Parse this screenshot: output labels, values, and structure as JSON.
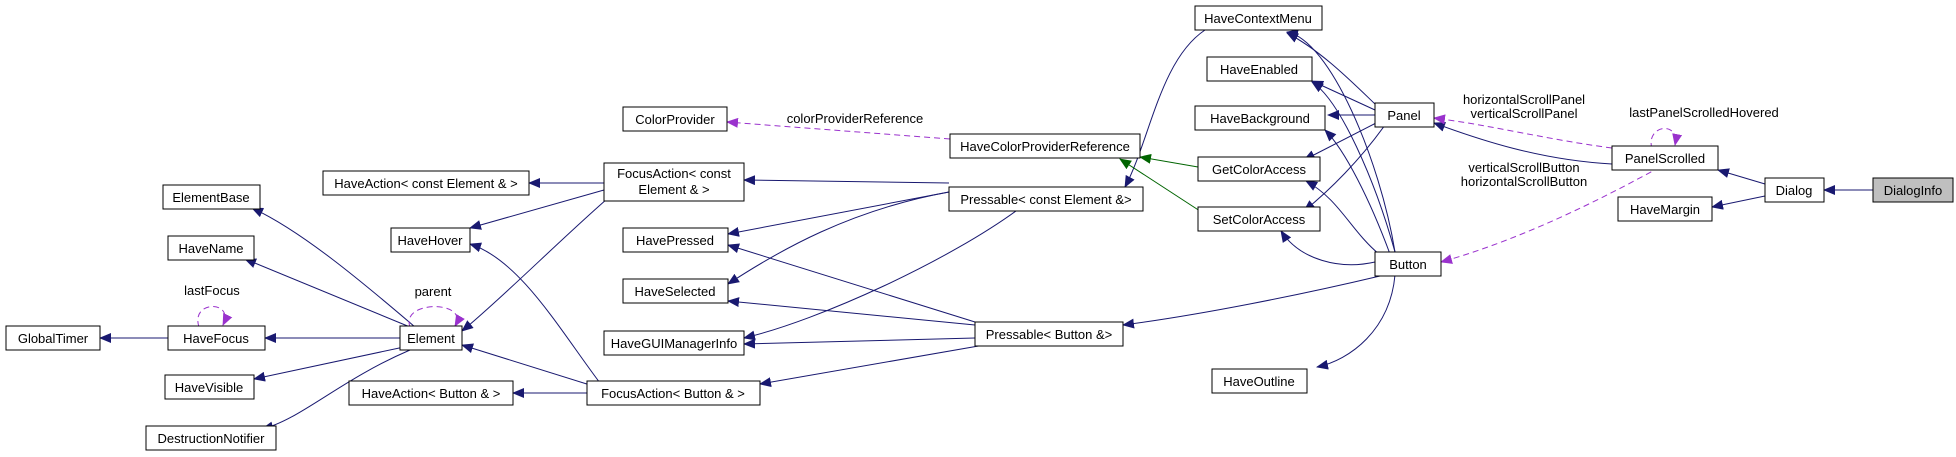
{
  "nodes": [
    {
      "id": "DialogInfo",
      "label": "DialogInfo",
      "focus": true
    },
    {
      "id": "Dialog",
      "label": "Dialog"
    },
    {
      "id": "PanelScrolled",
      "label": "PanelScrolled"
    },
    {
      "id": "HaveMargin",
      "label": "HaveMargin"
    },
    {
      "id": "Panel",
      "label": "Panel"
    },
    {
      "id": "Button",
      "label": "Button"
    },
    {
      "id": "HaveContextMenu",
      "label": "HaveContextMenu"
    },
    {
      "id": "HaveEnabled",
      "label": "HaveEnabled"
    },
    {
      "id": "HaveBackground",
      "label": "HaveBackground"
    },
    {
      "id": "GetColorAccess",
      "label": "GetColorAccess"
    },
    {
      "id": "SetColorAccess",
      "label": "SetColorAccess"
    },
    {
      "id": "HaveOutline",
      "label": "HaveOutline"
    },
    {
      "id": "HaveColorProviderReference",
      "label": "HaveColorProviderReference"
    },
    {
      "id": "ColorProvider",
      "label": "ColorProvider"
    },
    {
      "id": "PressableConstElement",
      "label": "Pressable< const Element &>"
    },
    {
      "id": "PressableButton",
      "label": "Pressable< Button &>"
    },
    {
      "id": "FocusActionConstElement",
      "label": "FocusAction< const",
      "label2": "Element & >"
    },
    {
      "id": "FocusActionButton",
      "label": "FocusAction< Button & >"
    },
    {
      "id": "HaveActionConstElement",
      "label": "HaveAction< const Element & >"
    },
    {
      "id": "HaveActionButton",
      "label": "HaveAction< Button & >"
    },
    {
      "id": "HavePressed",
      "label": "HavePressed"
    },
    {
      "id": "HaveSelected",
      "label": "HaveSelected"
    },
    {
      "id": "HaveGUIManagerInfo",
      "label": "HaveGUIManagerInfo"
    },
    {
      "id": "HaveHover",
      "label": "HaveHover"
    },
    {
      "id": "Element",
      "label": "Element"
    },
    {
      "id": "ElementBase",
      "label": "ElementBase"
    },
    {
      "id": "HaveName",
      "label": "HaveName"
    },
    {
      "id": "HaveFocus",
      "label": "HaveFocus"
    },
    {
      "id": "GlobalTimer",
      "label": "GlobalTimer"
    },
    {
      "id": "HaveVisible",
      "label": "HaveVisible"
    },
    {
      "id": "DestructionNotifier",
      "label": "DestructionNotifier"
    }
  ],
  "edge_labels": {
    "colorProviderReference": "colorProviderReference",
    "horizontalScrollPanel": "horizontalScrollPanel",
    "verticalScrollPanel": "verticalScrollPanel",
    "lastPanelScrolledHovered": "lastPanelScrolledHovered",
    "verticalScrollButton": "verticalScrollButton",
    "horizontalScrollButton": "horizontalScrollButton",
    "lastFocus": "lastFocus",
    "parent": "parent"
  },
  "colors": {
    "inheritance": "#191970",
    "protected_inheritance": "#006400",
    "usage": "#9a32cd",
    "focus_fill": "#bfbfbf"
  }
}
